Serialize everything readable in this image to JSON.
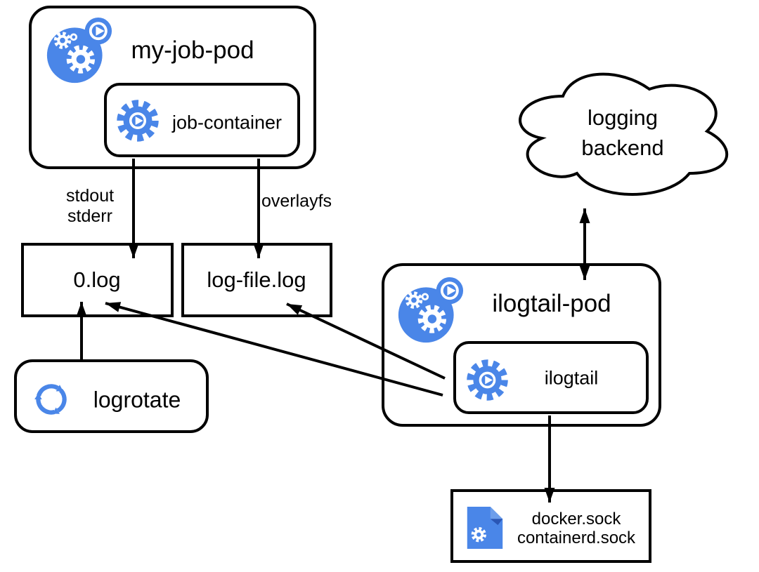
{
  "diagram": {
    "nodes": {
      "my_job_pod": {
        "title": "my-job-pod"
      },
      "job_container": {
        "label": "job-container"
      },
      "logging_backend": {
        "line1": "logging",
        "line2": "backend"
      },
      "log_0": {
        "label": "0.log"
      },
      "log_file": {
        "label": "log-file.log"
      },
      "ilogtail_pod": {
        "title": "ilogtail-pod"
      },
      "ilogtail": {
        "label": "ilogtail"
      },
      "logrotate": {
        "label": "logrotate"
      },
      "sockets": {
        "line1": "docker.sock",
        "line2": "containerd.sock"
      }
    },
    "edge_labels": {
      "stdout": "stdout",
      "stderr": "stderr",
      "overlayfs": "overlayfs"
    },
    "edges": [
      {
        "from": "job-container",
        "to": "0.log",
        "label": "stdout stderr"
      },
      {
        "from": "job-container",
        "to": "log-file.log",
        "label": "overlayfs"
      },
      {
        "from": "ilogtail-pod",
        "to": "logging backend",
        "label": "",
        "bidirectional": true
      },
      {
        "from": "ilogtail",
        "to": "0.log",
        "label": ""
      },
      {
        "from": "ilogtail",
        "to": "log-file.log",
        "label": ""
      },
      {
        "from": "logrotate",
        "to": "0.log",
        "label": ""
      },
      {
        "from": "ilogtail-pod",
        "to": "docker.sock containerd.sock",
        "label": ""
      }
    ],
    "colors": {
      "icon_blue": "#4a86e8",
      "doc_fold_light": "#6d9eeb",
      "doc_fold_dark": "#2a56b5",
      "line_black": "#000000",
      "background": "#ffffff"
    }
  }
}
